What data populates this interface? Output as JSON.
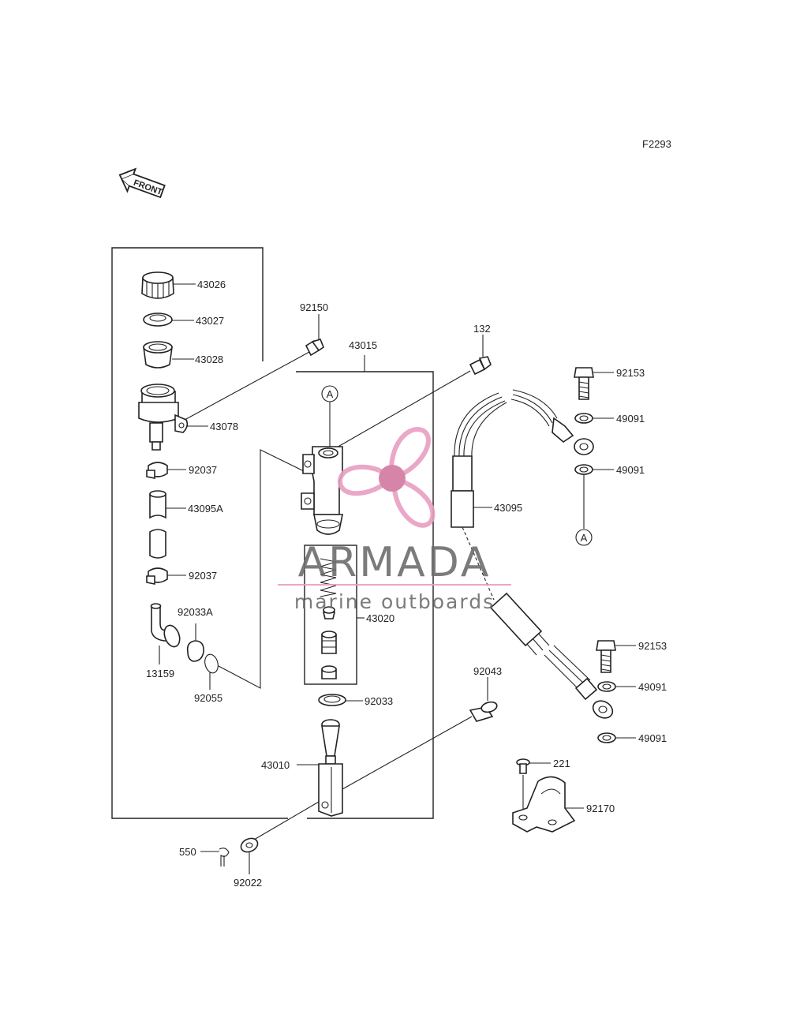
{
  "figure_code": "F2293",
  "front_arrow_text": "FRONT",
  "watermark": {
    "brand": "ARMADA",
    "tagline": "marine outboards",
    "colors": {
      "logo_pink": "#e89ec2",
      "logo_dark_pink": "#d2789f",
      "text_gray": "#6d6d6d"
    }
  },
  "ref_markers": {
    "top": "A",
    "right": "A"
  },
  "labels": {
    "p43026": "43026",
    "p43027": "43027",
    "p43028": "43028",
    "p43078": "43078",
    "p92037a": "92037",
    "p43095a": "43095A",
    "p92037b": "92037",
    "p92033a": "92033A",
    "p13159": "13159",
    "p92055": "92055",
    "p92150": "92150",
    "p43015": "43015",
    "p132": "132",
    "p43020": "43020",
    "p92033": "92033",
    "p43010": "43010",
    "p550": "550",
    "p92022": "92022",
    "p92043": "92043",
    "p43095": "43095",
    "p92153a": "92153",
    "p49091a": "49091",
    "p49091b": "49091",
    "p92153b": "92153",
    "p49091c": "49091",
    "p49091d": "49091",
    "p221": "221",
    "p92170": "92170"
  }
}
